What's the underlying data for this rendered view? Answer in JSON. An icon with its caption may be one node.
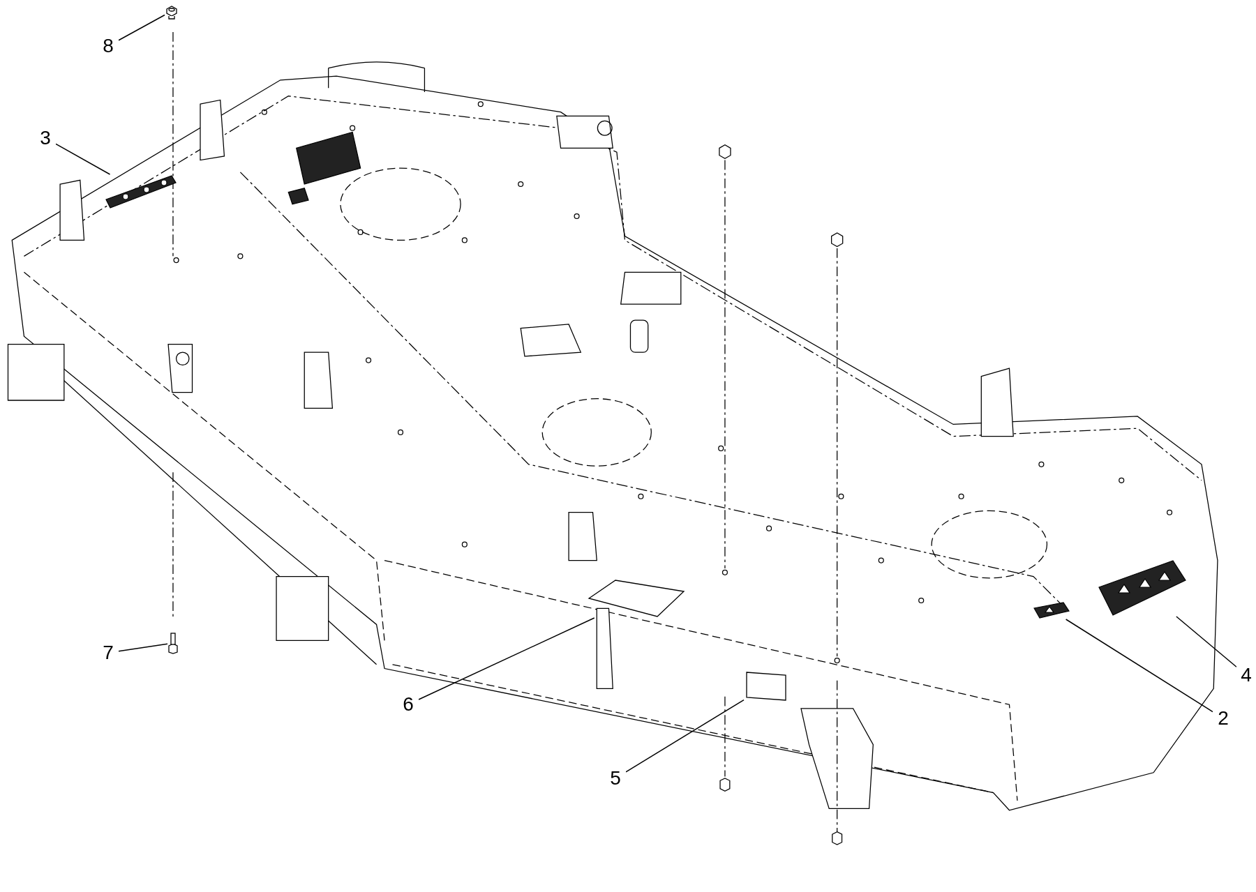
{
  "diagram": {
    "nodes": [
      {
        "text": [
          "8"
        ]
      },
      {
        "text": [
          "3"
        ]
      },
      {
        "text": [
          "7"
        ]
      },
      {
        "text": [
          "6"
        ]
      },
      {
        "text": [
          "5"
        ]
      },
      {
        "text": [
          "4"
        ]
      },
      {
        "text": [
          "2"
        ]
      },
      {
        "text": [],
        "shape": "picture"
      },
      {
        "text": [],
        "shape": "picture"
      },
      {
        "text": [],
        "shape": "picture"
      },
      {
        "text": [],
        "shape": "picture"
      },
      {
        "text": [],
        "shape": "box"
      },
      {
        "text": [],
        "shape": "picture"
      },
      {
        "text": [],
        "shape": "picture"
      }
    ],
    "edges": [
      {
        "from": 0,
        "to": 7,
        "arrow": "none"
      },
      {
        "from": 1,
        "to": 8,
        "arrow": "none"
      },
      {
        "from": 2,
        "to": 9,
        "arrow": "none"
      },
      {
        "from": 3,
        "to": 10,
        "arrow": "none"
      },
      {
        "from": 4,
        "to": 11,
        "arrow": "none"
      },
      {
        "from": 5,
        "to": 12,
        "arrow": "none"
      },
      {
        "from": 6,
        "to": 13,
        "arrow": "none"
      }
    ]
  }
}
